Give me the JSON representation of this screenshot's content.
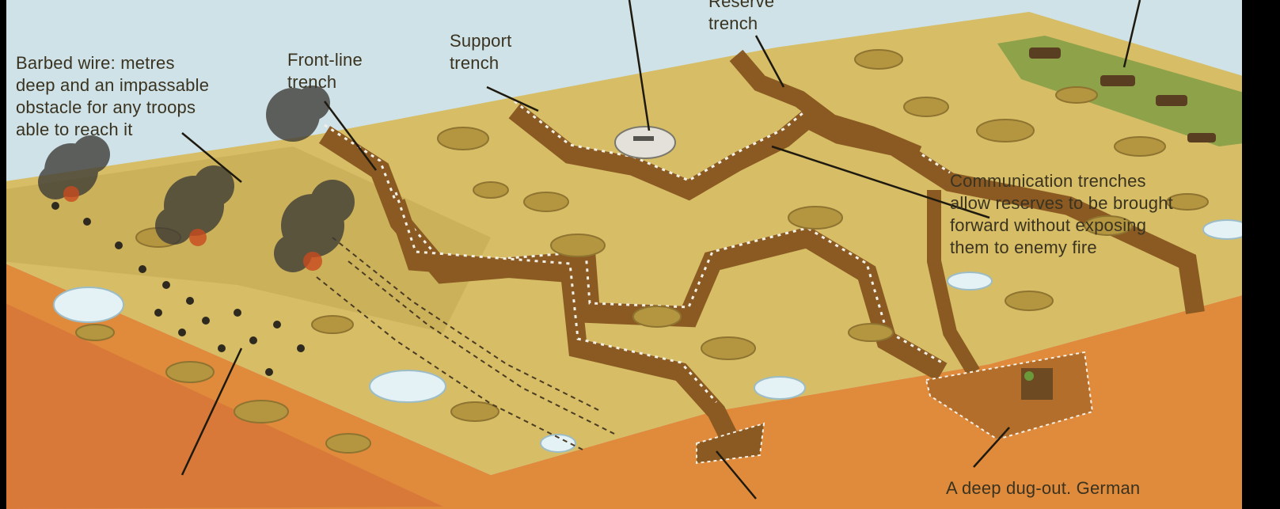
{
  "labels": {
    "barbed_wire": "Barbed wire: metres\ndeep and an impassable\nobstacle for any troops\nable to reach it",
    "front_line": "Front-line\ntrench",
    "support": "Support\ntrench",
    "reserve": "Reserve\ntrench",
    "communication": "Communication trenches\nallow reserves to be brought\nforward without exposing\nthem to enemy fire",
    "dugout": "A deep dug-out. German"
  },
  "colors": {
    "sky": "#c9dde3",
    "ground_top": "#d9c068",
    "ground_side": "#e08a3c",
    "trench_wall": "#8a5a22",
    "crater": "#b79a45",
    "water": "#d7eef5",
    "smoke": "#3c3a36"
  }
}
